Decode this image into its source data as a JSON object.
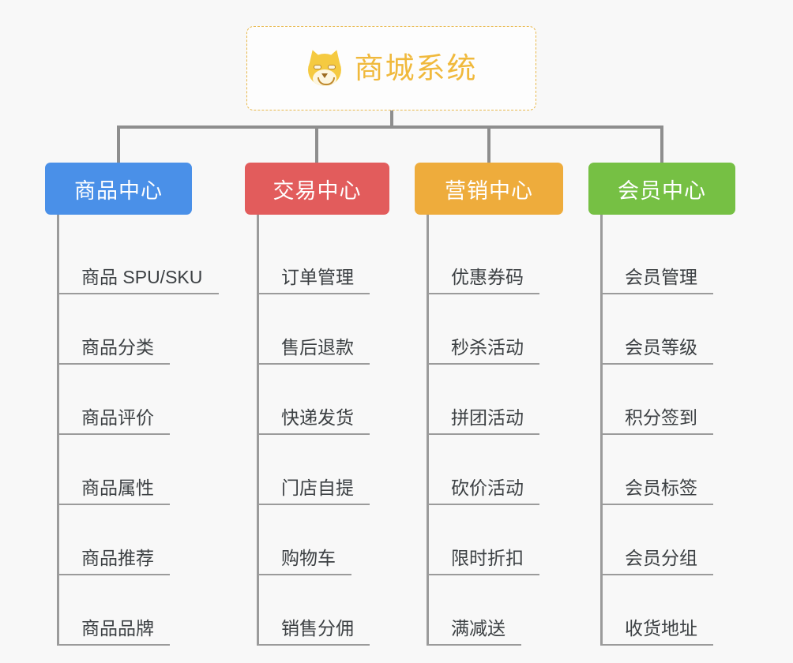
{
  "page": {
    "background_color": "#f8f8f8",
    "connector_color": "#8e8e8e"
  },
  "root": {
    "title": "商城系统",
    "icon": "shiba-dog-emoji",
    "border_color": "#e8b84b",
    "text_color": "#f0b93c"
  },
  "branches": [
    {
      "label": "商品中心",
      "color": "#4a90e8",
      "leaves": [
        {
          "label": "商品 SPU/SKU",
          "underline_width": 205
        },
        {
          "label": "商品分类",
          "underline_width": 143
        },
        {
          "label": "商品评价",
          "underline_width": 143
        },
        {
          "label": "商品属性",
          "underline_width": 143
        },
        {
          "label": "商品推荐",
          "underline_width": 143
        },
        {
          "label": "商品品牌",
          "underline_width": 143
        }
      ]
    },
    {
      "label": "交易中心",
      "color": "#e25c5c",
      "leaves": [
        {
          "label": "订单管理",
          "underline_width": 143
        },
        {
          "label": "售后退款",
          "underline_width": 143
        },
        {
          "label": "快递发货",
          "underline_width": 143
        },
        {
          "label": "门店自提",
          "underline_width": 143
        },
        {
          "label": "购物车",
          "underline_width": 120
        },
        {
          "label": "销售分佣",
          "underline_width": 143
        }
      ]
    },
    {
      "label": "营销中心",
      "color": "#eeac3c",
      "leaves": [
        {
          "label": "优惠券码",
          "underline_width": 143
        },
        {
          "label": "秒杀活动",
          "underline_width": 143
        },
        {
          "label": "拼团活动",
          "underline_width": 143
        },
        {
          "label": "砍价活动",
          "underline_width": 143
        },
        {
          "label": "限时折扣",
          "underline_width": 143
        },
        {
          "label": "满减送",
          "underline_width": 120
        }
      ]
    },
    {
      "label": "会员中心",
      "color": "#76c044",
      "leaves": [
        {
          "label": "会员管理",
          "underline_width": 143
        },
        {
          "label": "会员等级",
          "underline_width": 143
        },
        {
          "label": "积分签到",
          "underline_width": 143
        },
        {
          "label": "会员标签",
          "underline_width": 143
        },
        {
          "label": "会员分组",
          "underline_width": 143
        },
        {
          "label": "收货地址",
          "underline_width": 143
        }
      ]
    }
  ]
}
